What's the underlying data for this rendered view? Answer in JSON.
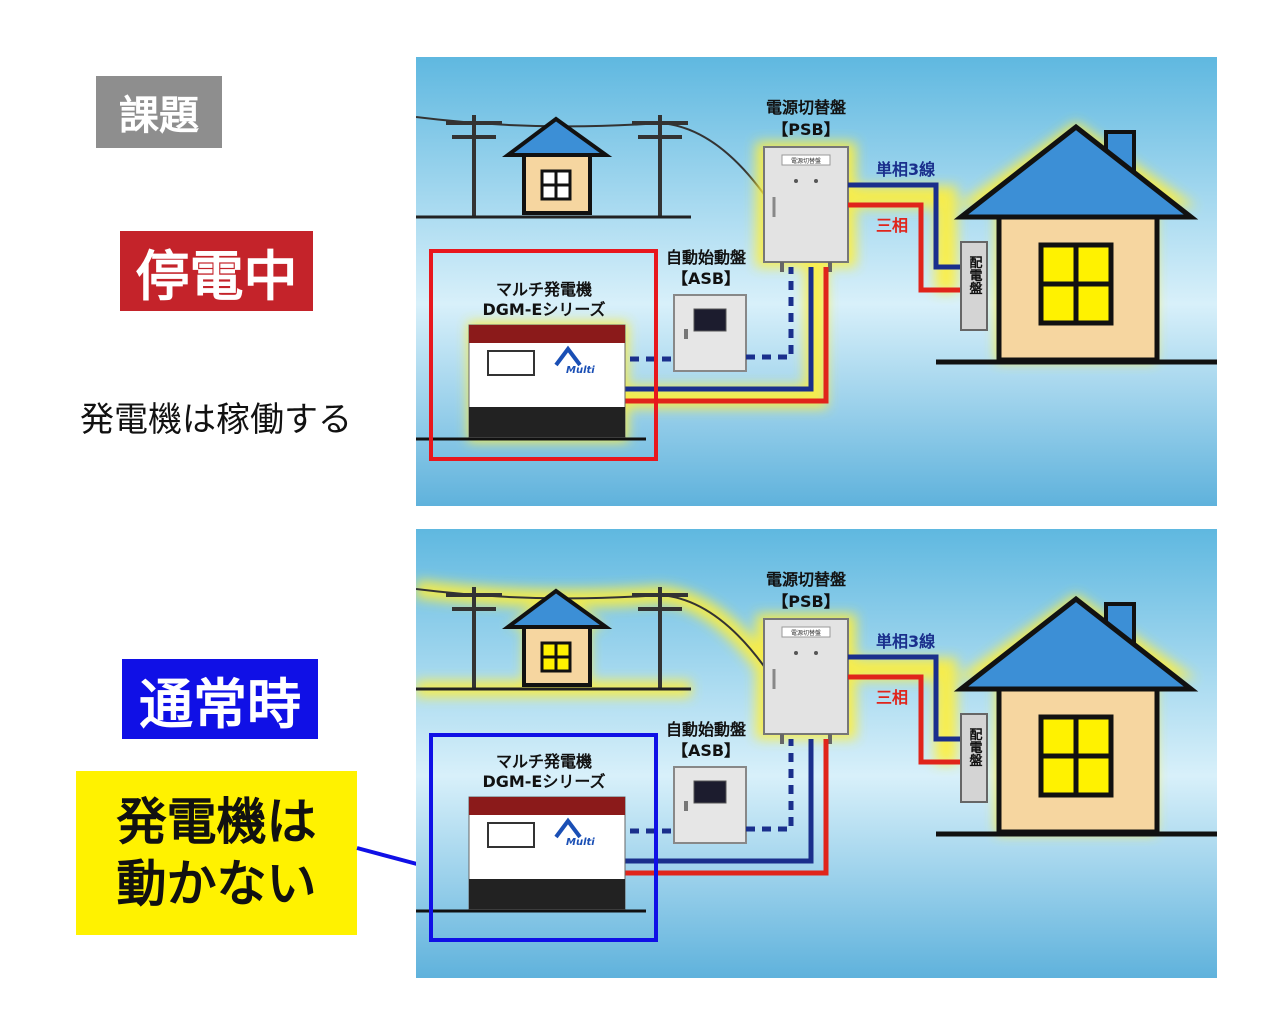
{
  "labels": {
    "issue": "課題",
    "outage": "停電中",
    "normal": "通常時",
    "generator_runs": "発電機は稼働する",
    "generator_stops_line1": "発電機は",
    "generator_stops_line2": "動かない"
  },
  "diagram": {
    "psb_title": "電源切替盤",
    "psb_code": "【PSB】",
    "asb_title": "自動始動盤",
    "asb_code": "【ASB】",
    "generator_title": "マルチ発電機",
    "generator_series": "DGM-Eシリーズ",
    "single_phase": "単相3線",
    "three_phase": "三相",
    "distribution_board": "配電盤",
    "psb_plate": "電源切替盤",
    "brand": "Multi"
  },
  "colors": {
    "outage_tag": "#c4232a",
    "normal_tag": "#1010e6",
    "callout": "#fff200",
    "issue_tag": "#8e8e8e",
    "sky": "#6ec3e4",
    "roof": "#3c8fd6",
    "house_wall": "#f6d6a0",
    "window_lit": "#fff200",
    "line_red": "#e0241b",
    "line_blue": "#1a2f8c"
  }
}
